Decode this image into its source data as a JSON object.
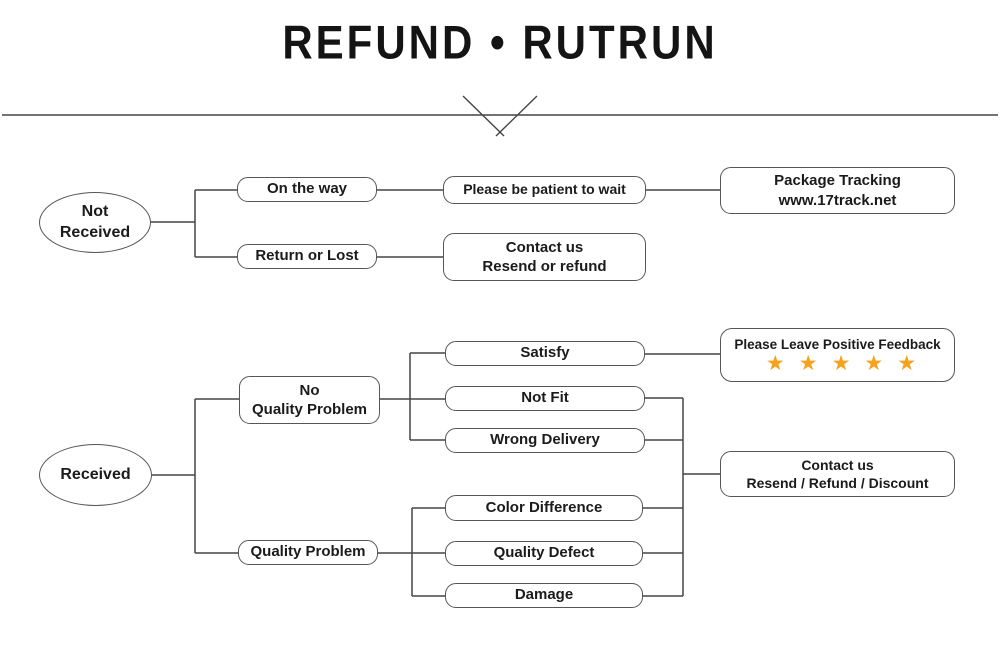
{
  "title": "REFUND • RUTRUN",
  "colors": {
    "line": "#454545",
    "box_border": "#565656",
    "text": "#1b1b1b",
    "star": "#F6A21D"
  },
  "flow": {
    "not_received": {
      "label": "Not\nReceived",
      "on_the_way": "On the way",
      "wait": "Please be patient to wait",
      "tracking": "Package Tracking\nwww.17track.net",
      "return_or_lost": "Return or Lost",
      "contact": "Contact us\nResend or refund"
    },
    "received": {
      "label": "Received",
      "no_quality_problem": "No\nQuality Problem",
      "satisfy": "Satisfy",
      "not_fit": "Not Fit",
      "wrong_delivery": "Wrong Delivery",
      "feedback_title": "Please Leave Positive Feedback",
      "star": "★",
      "quality_problem": "Quality Problem",
      "color_difference": "Color Difference",
      "quality_defect": "Quality Defect",
      "damage": "Damage",
      "contact": "Contact us\nResend / Refund / Discount"
    }
  }
}
